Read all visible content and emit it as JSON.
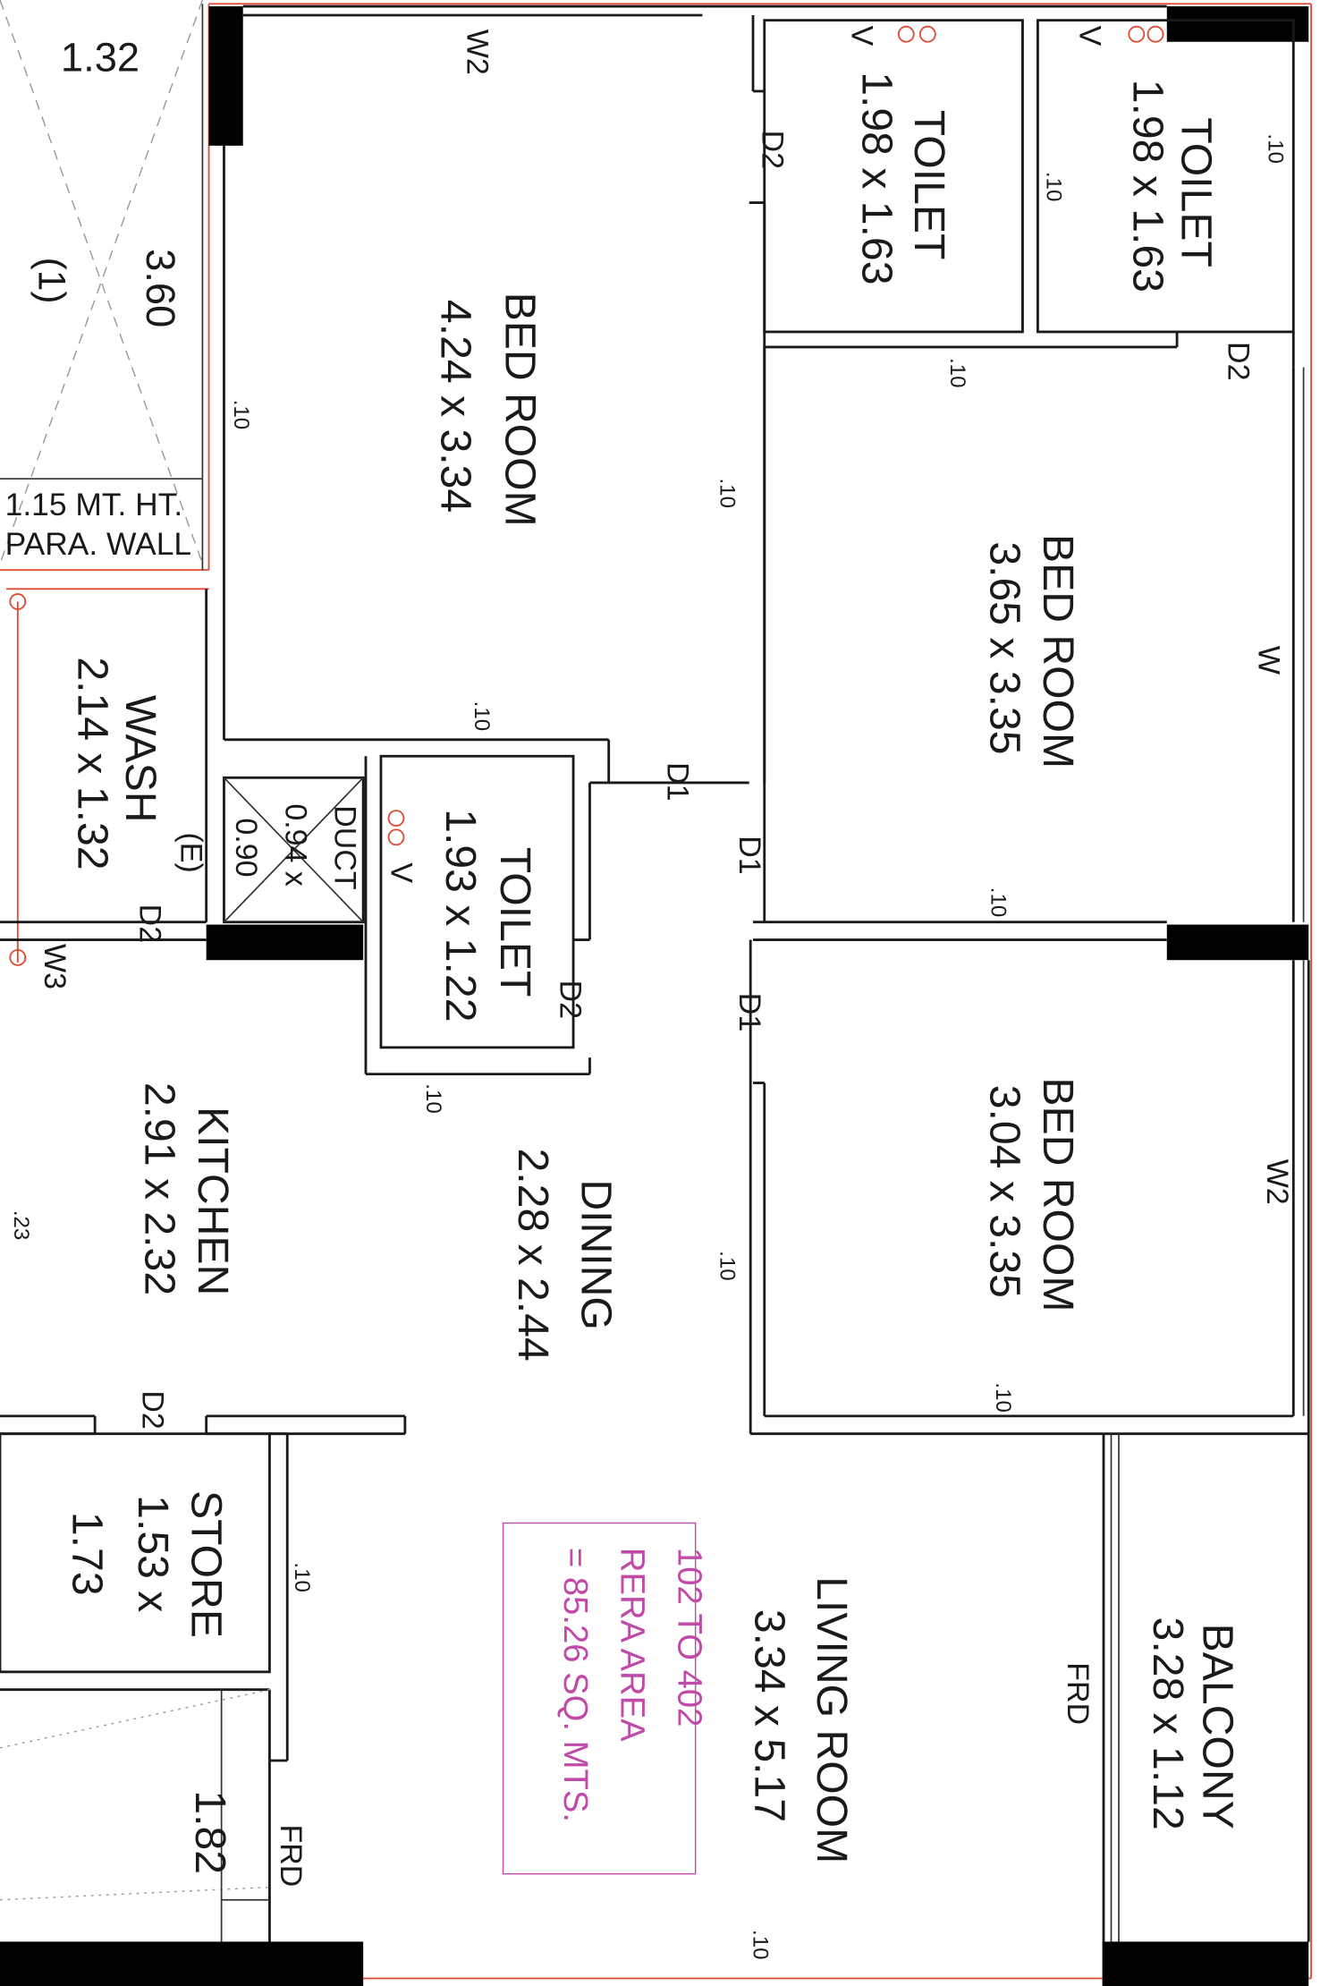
{
  "rooms": {
    "bed_room_1": {
      "name": "BED ROOM",
      "size": "4.24 x 3.34"
    },
    "bed_room_2": {
      "name": "BED ROOM",
      "size": "3.65 x 3.35"
    },
    "bed_room_3": {
      "name": "BED ROOM",
      "size": "3.04 x 3.35"
    },
    "toilet_1": {
      "name": "TOILET",
      "size": "1.98 x 1.63"
    },
    "toilet_2": {
      "name": "TOILET",
      "size": "1.98 x 1.63"
    },
    "toilet_3": {
      "name": "TOILET",
      "size": "1.93 x 1.22"
    },
    "wash": {
      "name": "WASH",
      "size": "2.14 x 1.32",
      "code": "(E)"
    },
    "duct": {
      "name": "DUCT",
      "size_w": "0.94 x",
      "size_h": "0.90"
    },
    "kitchen": {
      "name": "KITCHEN",
      "size": "2.91 x 2.32"
    },
    "dining": {
      "name": "DINING",
      "size": "2.28 x 2.44"
    },
    "store": {
      "name": "STORE",
      "size_w": "1.53 x",
      "size_h": "1.73"
    },
    "living": {
      "name": "LIVING ROOM",
      "size": "3.34 x 5.17"
    },
    "balcony": {
      "name": "BALCONY",
      "size": "3.28 x 1.12"
    }
  },
  "openings": {
    "w2_top": "W2",
    "w2_right": "W2",
    "w_right": "W",
    "w3": "W3",
    "d2_toilet1": "D2",
    "d2_toilet2": "D2",
    "d2_toilet3": "D2",
    "d2_wash": "D2",
    "d2_kitchen": "D2",
    "d1_a": "D1",
    "d1_b": "D1",
    "d1_c": "D1",
    "v_1": "V",
    "v_2": "V",
    "v_3": "V",
    "frd_living": "FRD",
    "frd_store": "FRD"
  },
  "dimensions": {
    "t10": ".10",
    "t23": ".23",
    "d132": "1.32",
    "d360": "3.60",
    "d182": "1.82",
    "cutout_marker": "(1)"
  },
  "notes": {
    "parapet_line1": "1.15 MT. HT.",
    "parapet_line2": "PARA. WALL"
  },
  "rera": {
    "line1": "102 TO 402",
    "line2": "RERA AREA",
    "line3": "= 85.26 SQ. MTS."
  },
  "colors": {
    "wall": "#000000",
    "line": "#1a1a1a",
    "red_outline": "#e04a32",
    "rera_text": "#c04aa8"
  }
}
